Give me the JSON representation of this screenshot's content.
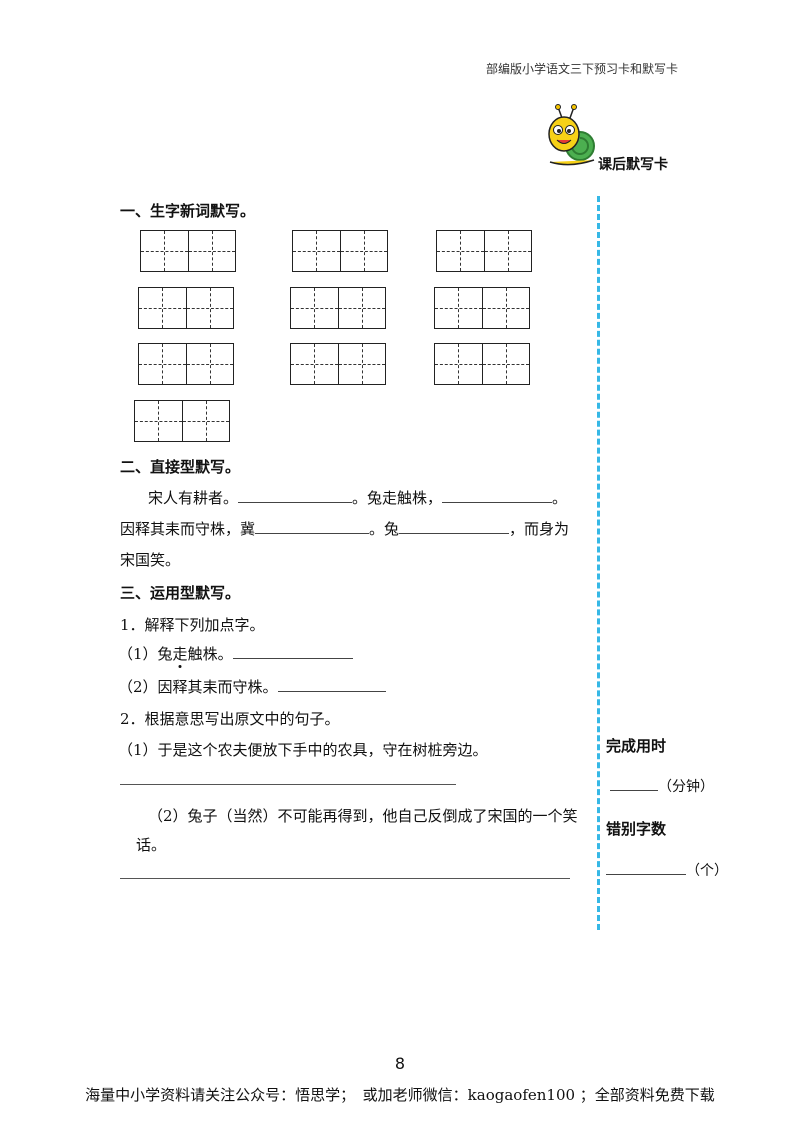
{
  "header": {
    "title": "部编版小学语文三下预习卡和默写卡"
  },
  "card": {
    "title": "课后默写卡",
    "mascot_icon": "snail-mascot-icon"
  },
  "section1": {
    "heading": "一、生字新词默写。",
    "grid_count": 10
  },
  "section2": {
    "heading": "二、直接型默写。",
    "line1": {
      "a": "宋人有耕者。",
      "b": "。兔走触株，",
      "c": "。"
    },
    "line2": {
      "a": "因释其耒而守株，冀",
      "b": "。兔",
      "c": "，而身为"
    },
    "line3": "宋国笑。"
  },
  "section3": {
    "heading": "三、运用型默写。",
    "q1": {
      "title": "1．解释下列加点字。",
      "item1": {
        "prefix": "（1）兔",
        "dotted": "走",
        "suffix": "触株。"
      },
      "item2": {
        "text": "（2）因释其耒而守株。"
      }
    },
    "q2": {
      "title": "2．根据意思写出原文中的句子。",
      "item1": "（1）于是这个农夫便放下手中的农具，守在树桩旁边。",
      "item2_line1": "（2）兔子（当然）不可能再得到，他自己反倒成了宋国的一个笑",
      "item2_line2": "话。"
    }
  },
  "sidebar": {
    "time_label": "完成用时",
    "time_unit": "（分钟）",
    "errors_label": "错别字数",
    "errors_unit": "（个）"
  },
  "page_number": "8",
  "footer": "海量中小学资料请关注公众号：悟思学；　或加老师微信：kaogaofen100 ；全部资料免费下载",
  "colors": {
    "accent_dash": "#36b8e6"
  }
}
